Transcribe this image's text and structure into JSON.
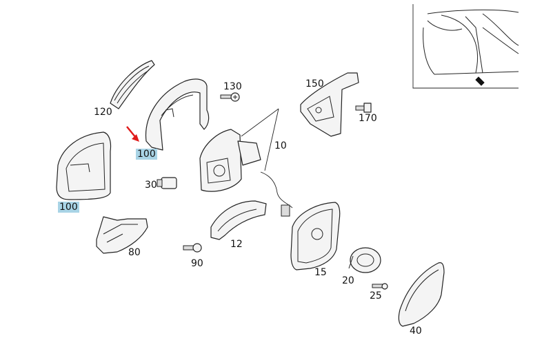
{
  "parts": [
    {
      "ref": "10",
      "label": "10"
    },
    {
      "ref": "12",
      "label": "12"
    },
    {
      "ref": "15",
      "label": "15"
    },
    {
      "ref": "20",
      "label": "20"
    },
    {
      "ref": "25",
      "label": "25"
    },
    {
      "ref": "30",
      "label": "30"
    },
    {
      "ref": "40",
      "label": "40"
    },
    {
      "ref": "80",
      "label": "80"
    },
    {
      "ref": "90",
      "label": "90"
    },
    {
      "ref": "100a",
      "label": "100"
    },
    {
      "ref": "100b",
      "label": "100"
    },
    {
      "ref": "120",
      "label": "120"
    },
    {
      "ref": "130",
      "label": "130"
    },
    {
      "ref": "150",
      "label": "150"
    },
    {
      "ref": "170",
      "label": "170"
    }
  ],
  "highlight_color": "#a9d4e6",
  "arrow_color": "#e01b1b"
}
